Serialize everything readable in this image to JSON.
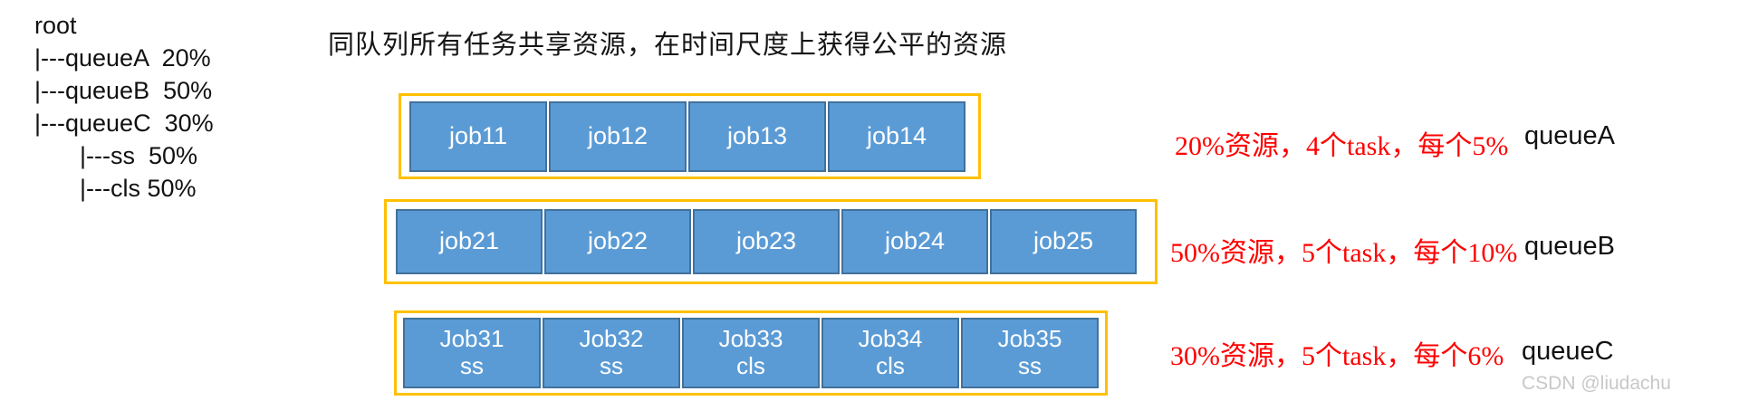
{
  "title": "同队列所有任务共享资源，在时间尺度上获得公平的资源",
  "tree": {
    "lines": [
      {
        "text": "root",
        "indent": false
      },
      {
        "text": "|---queueA  20%",
        "indent": false
      },
      {
        "text": "|---queueB  50%",
        "indent": false
      },
      {
        "text": "|---queueC  30%",
        "indent": false
      },
      {
        "text": "|---ss  50%",
        "indent": true
      },
      {
        "text": "|---cls 50%",
        "indent": true
      }
    ]
  },
  "rows": [
    {
      "queue": "queueA",
      "annotation": "20%资源，4个task，每个5%",
      "jobs": [
        {
          "label": "job11"
        },
        {
          "label": "job12"
        },
        {
          "label": "job13"
        },
        {
          "label": "job14"
        }
      ]
    },
    {
      "queue": "queueB",
      "annotation": "50%资源，5个task，每个10%",
      "jobs": [
        {
          "label": "job21"
        },
        {
          "label": "job22"
        },
        {
          "label": "job23"
        },
        {
          "label": "job24"
        },
        {
          "label": "job25"
        }
      ]
    },
    {
      "queue": "queueC",
      "annotation": "30%资源，5个task，每个6%",
      "jobs": [
        {
          "label": "Job31",
          "sub": "ss"
        },
        {
          "label": "Job32",
          "sub": "ss"
        },
        {
          "label": "Job33",
          "sub": "cls"
        },
        {
          "label": "Job34",
          "sub": "cls"
        },
        {
          "label": "Job35",
          "sub": "ss"
        }
      ]
    }
  ],
  "colors": {
    "job_fill": "#5B9BD5",
    "job_border": "#41719C",
    "group_border": "#FFC000",
    "annotation_red": "#FF0000",
    "text_black": "#111111",
    "watermark_gray": "#C8C8C8"
  },
  "watermark": "CSDN @liudachu"
}
